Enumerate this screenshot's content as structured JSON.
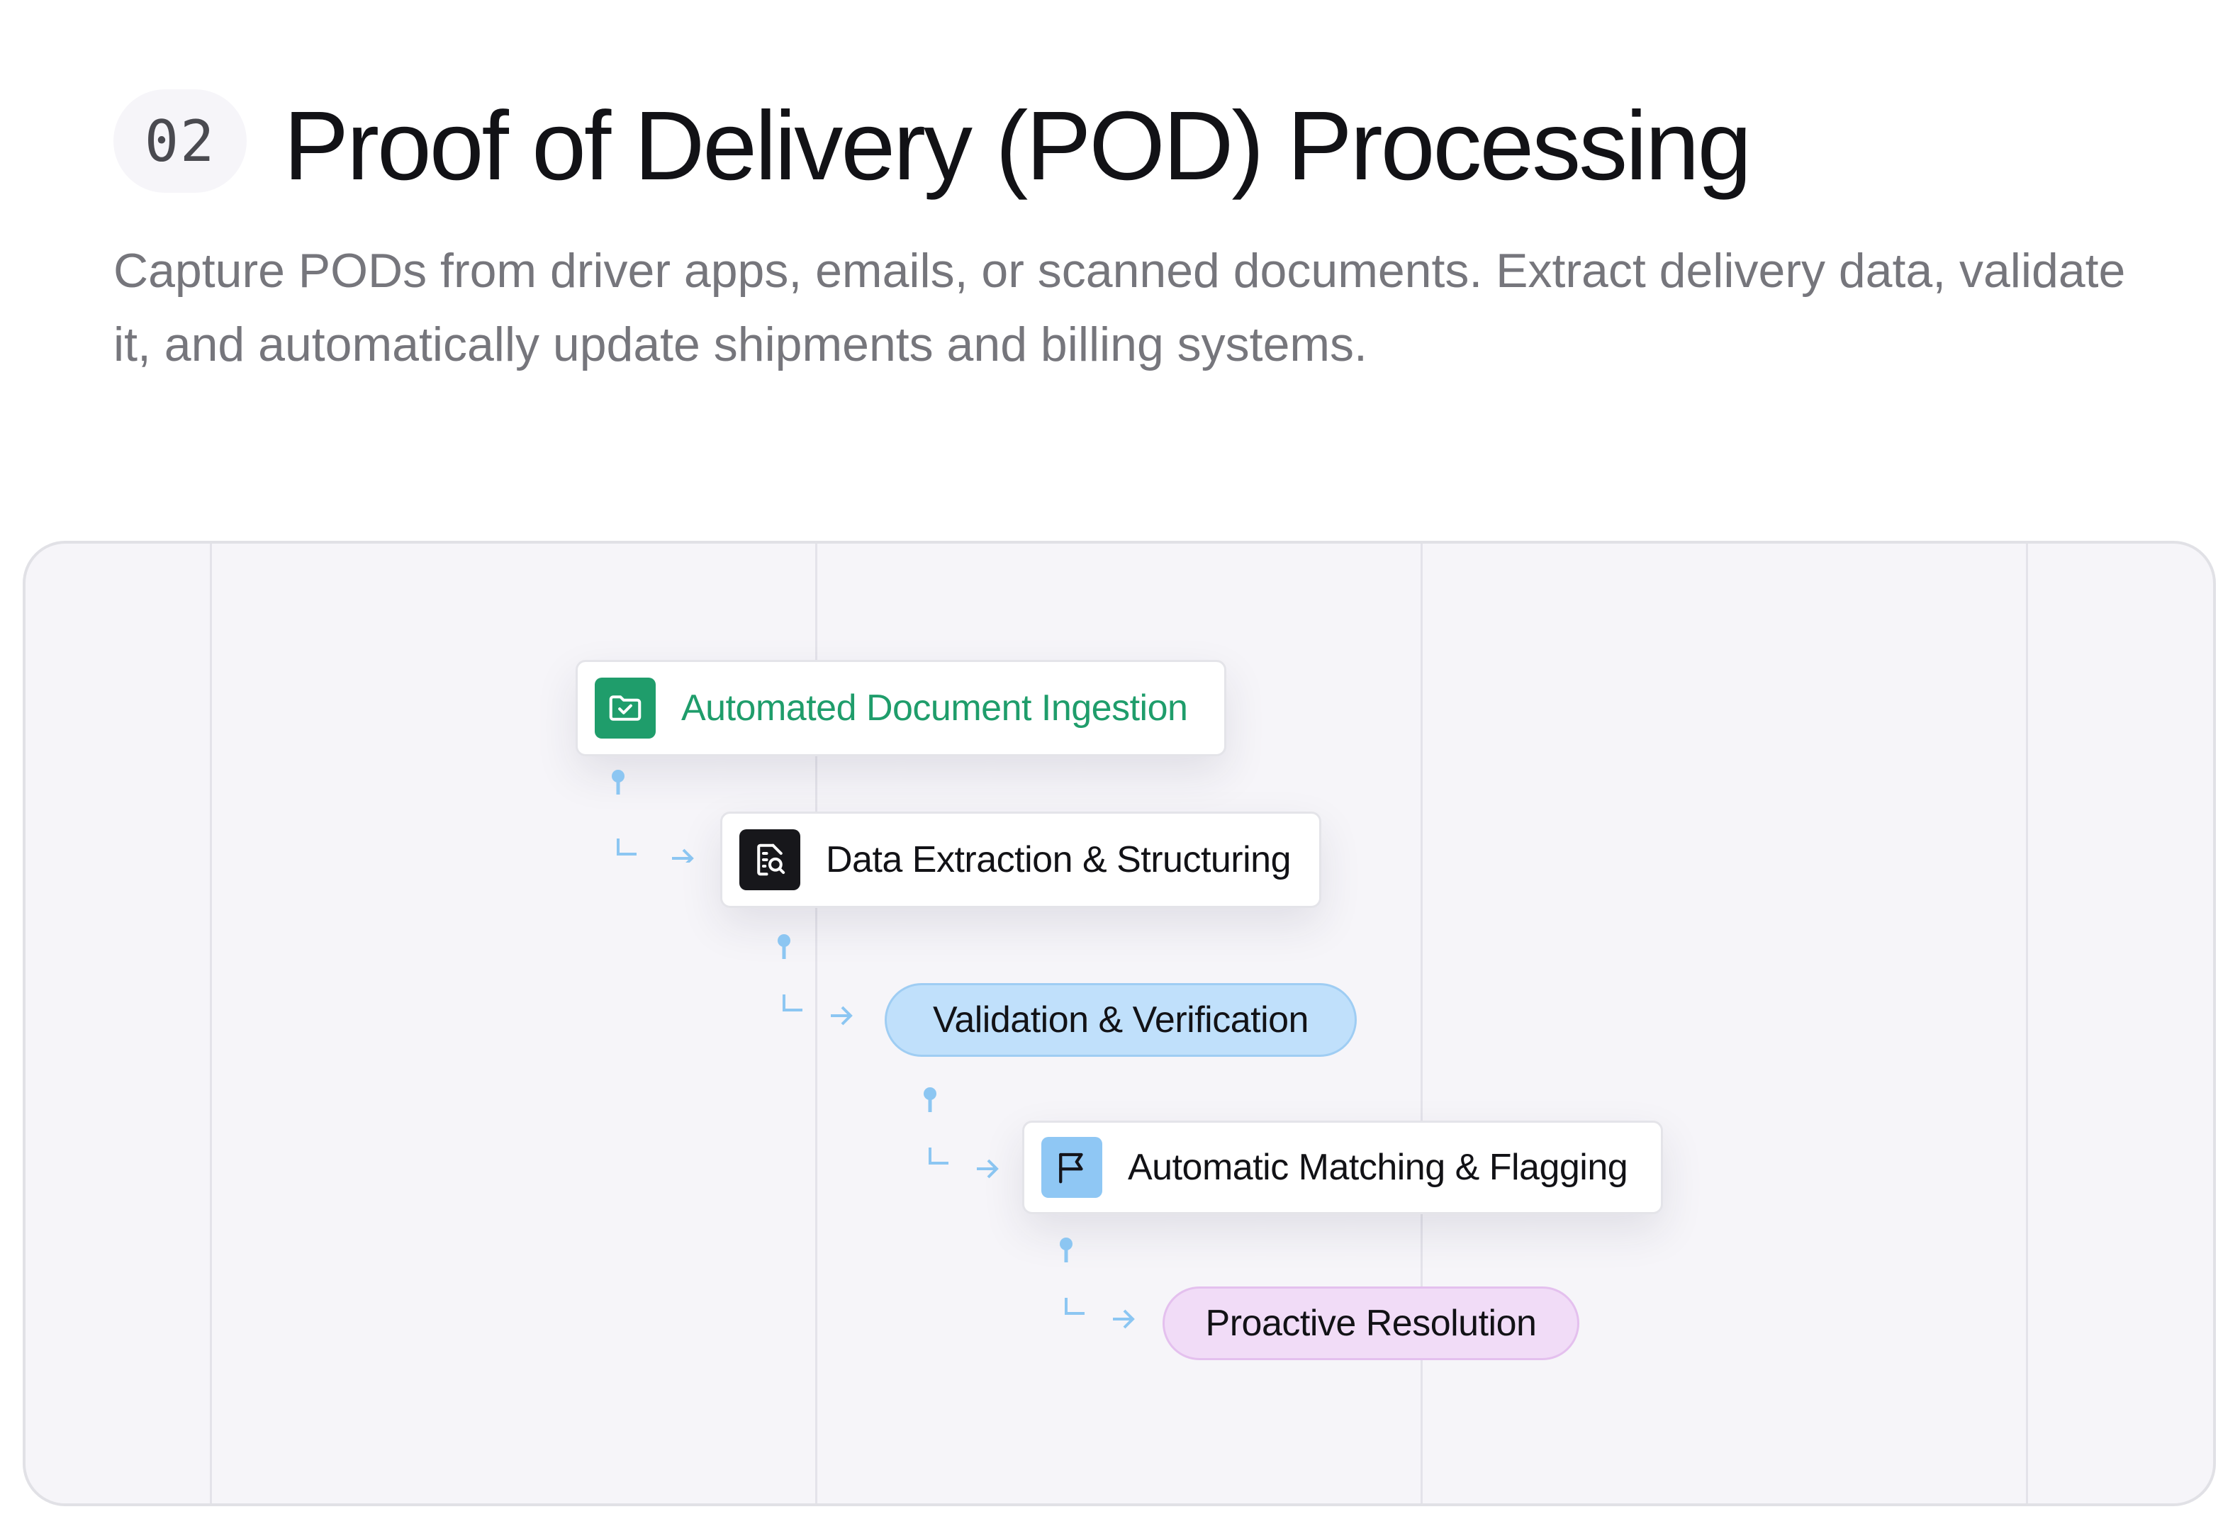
{
  "section": {
    "number": "02",
    "title": "Proof of Delivery (POD) Processing",
    "subtitle": "Capture PODs from driver apps, emails, or scanned documents. Extract delivery data, validate it, and automatically update shipments and billing systems."
  },
  "workflow": {
    "steps": [
      {
        "label": "Automated Document Ingestion",
        "icon": "folder-check-icon",
        "style": "card",
        "text_color": "#1f9d6b",
        "icon_bg": "#1f9d6b"
      },
      {
        "label": "Data Extraction & Structuring",
        "icon": "document-search-icon",
        "style": "card",
        "text_color": "#121216",
        "icon_bg": "#17171b"
      },
      {
        "label": "Validation & Verification",
        "icon": "",
        "style": "pill",
        "text_color": "#121216",
        "pill_bg": "#c0e0fb",
        "pill_border": "#9fcdf3"
      },
      {
        "label": "Automatic Matching & Flagging",
        "icon": "flag-icon",
        "style": "card",
        "text_color": "#121216",
        "icon_bg": "#8fc7f4"
      },
      {
        "label": "Proactive Resolution",
        "icon": "",
        "style": "pill",
        "text_color": "#121216",
        "pill_bg": "#f1dcf7",
        "pill_border": "#e4c0ee"
      }
    ],
    "connector_color": "#8cc6f2"
  }
}
